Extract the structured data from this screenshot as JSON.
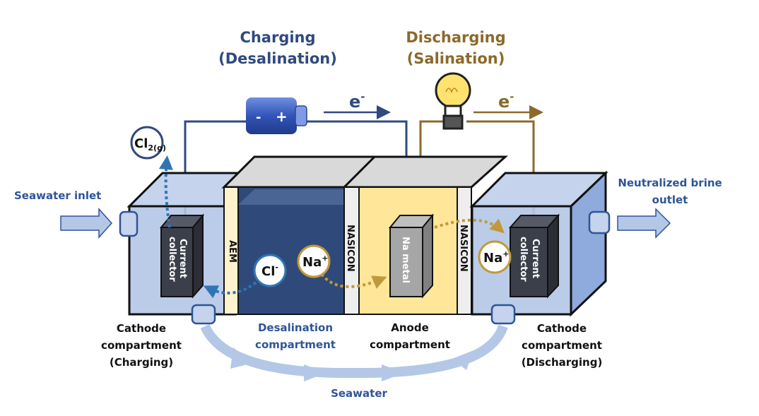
{
  "headings": {
    "charging": [
      "Charging",
      "(Desalination)"
    ],
    "discharging": [
      "Discharging",
      "(Salination)"
    ]
  },
  "electron_label": "e",
  "electron_sup": "-",
  "battery": {
    "minus": "-",
    "plus": "+"
  },
  "ions": {
    "cl2": "Cl",
    "cl2_sub": "2(g)",
    "cl": "Cl",
    "cl_sup": "-",
    "na": "Na",
    "na_sup": "+"
  },
  "components": {
    "current_collector": [
      "Current",
      "collector"
    ],
    "aem": "AEM",
    "nasicon": "NASICON",
    "na_metal": "Na metal"
  },
  "labels": {
    "seawater_inlet": "Seawater inlet",
    "brine_outlet": [
      "Neutralized brine",
      "outlet"
    ],
    "cathode_charging": [
      "Cathode",
      "compartment",
      "(Charging)"
    ],
    "desalination": [
      "Desalination",
      "compartment"
    ],
    "anode": [
      "Anode",
      "compartment"
    ],
    "cathode_discharging": [
      "Cathode",
      "compartment",
      "(Discharging)"
    ],
    "seawater": "Seawater"
  },
  "colors": {
    "charging": "#2f4a7e",
    "discharging": "#8b6a2b",
    "seawater_box": "#b4c7e7",
    "desalination": "#2f4a7a",
    "anode": "#ffe699"
  }
}
